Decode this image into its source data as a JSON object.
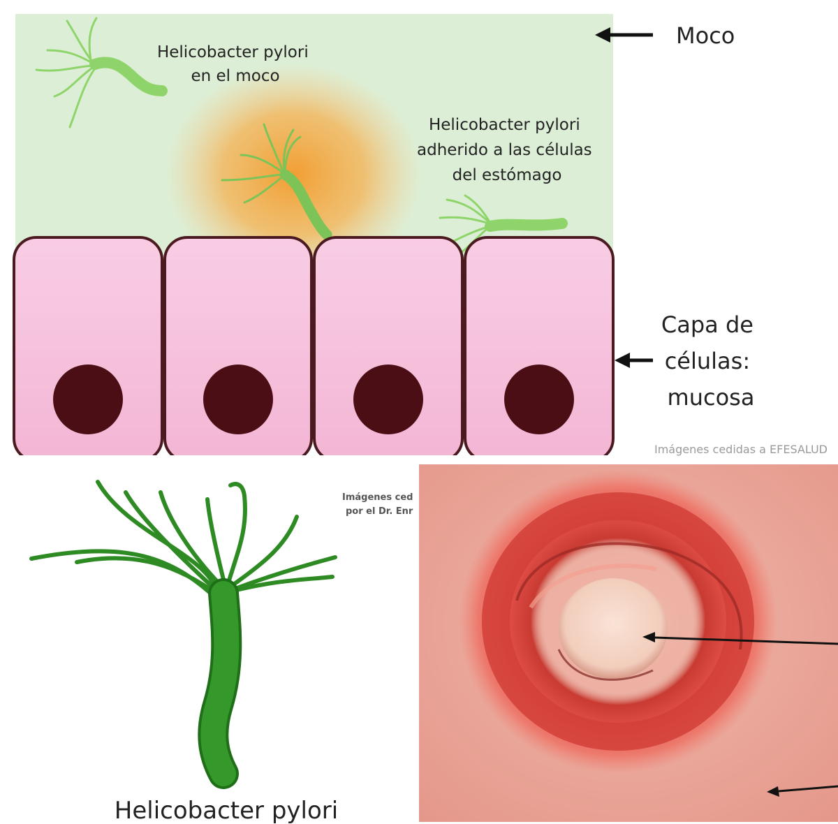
{
  "colors": {
    "mucus": "#dcefd6",
    "cell_fill": "#f6c1dc",
    "cell_border": "#4a1a20",
    "nucleus": "#4a0e14",
    "bacterium_light": "#8fd46a",
    "bacterium_dark": "#2e8a22",
    "halo": "#f4a23a",
    "ulcer_red": "#e04a42",
    "ulcer_bg": "#e8a89a"
  },
  "top_diagram": {
    "label_moco": "Moco",
    "label_hp_mucus_line1": "Helicobacter pylori",
    "label_hp_mucus_line2": "en el moco",
    "label_hp_adhered_line1": "Helicobacter pylori",
    "label_hp_adhered_line2": "adherido a las células",
    "label_hp_adhered_line3": "del estómago",
    "label_cells_line1": "Capa de",
    "label_cells_line2": "células:",
    "label_cells_line3": "mucosa",
    "credit": "Imágenes cedidas a EFESALUD"
  },
  "bottom_left": {
    "caption": "Helicobacter pylori",
    "credit_line1": "Imágenes ced",
    "credit_line2": "por el Dr. Enr"
  },
  "icons": {
    "arrow": "arrow-left-icon",
    "bacterium": "helicobacter-bacterium-icon"
  }
}
